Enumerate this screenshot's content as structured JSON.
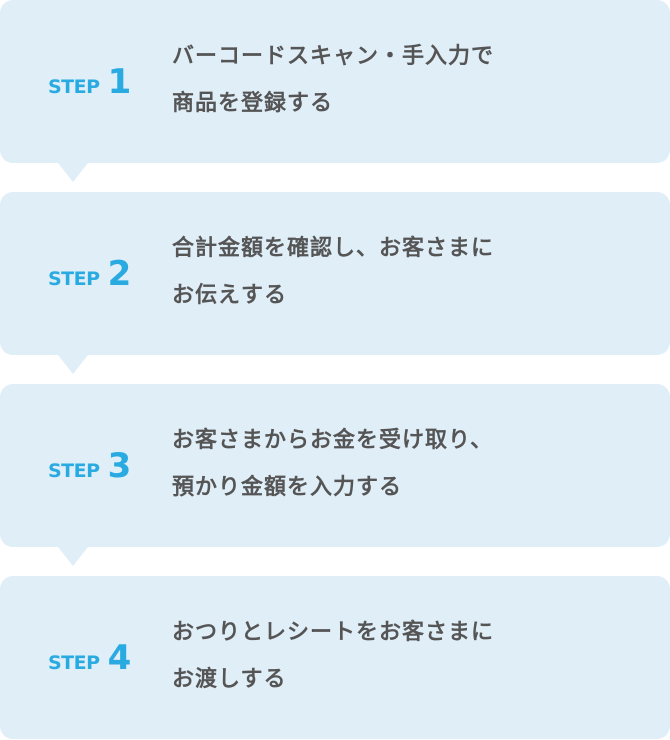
{
  "steps": [
    {
      "word": "STEP",
      "number": "1",
      "lines": [
        "バーコードスキャン・手入力で",
        "商品を登録する"
      ]
    },
    {
      "word": "STEP",
      "number": "2",
      "lines": [
        "合計金額を確認し、お客さまに",
        "お伝えする"
      ]
    },
    {
      "word": "STEP",
      "number": "3",
      "lines": [
        "お客さまからお金を受け取り、",
        "預かり金額を入力する"
      ]
    },
    {
      "word": "STEP",
      "number": "4",
      "lines": [
        "おつりとレシートをお客さまに",
        "お渡しする"
      ]
    }
  ],
  "colors": {
    "accent": "#29abe2",
    "box": "#e0eef8",
    "text": "#555555"
  }
}
